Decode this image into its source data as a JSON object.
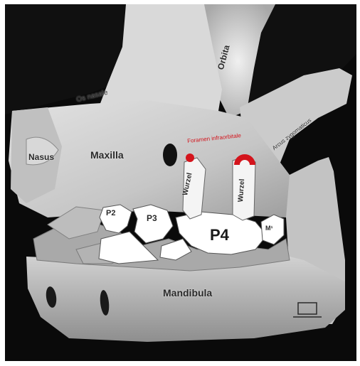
{
  "labels": {
    "os_nasale": "Os nasale",
    "orbita": "Orbita",
    "nasus": "Nasus",
    "maxilla": "Maxilla",
    "foramen_infraorbitale": "Foramen infraorbitale",
    "arcus_zygomaticus": "Arcus zygomaticus",
    "wurzel_1": "Wurzel",
    "wurzel_2": "Wurzel",
    "p2": "P2",
    "p3": "P3",
    "p4": "P4",
    "m1": "M¹",
    "mandibula": "Mandibula"
  },
  "colors": {
    "background": "#0a0a0a",
    "bone": "#cfcfcf",
    "tooth_highlight": "#ffffff",
    "foramen_marker": "#d4141c"
  }
}
